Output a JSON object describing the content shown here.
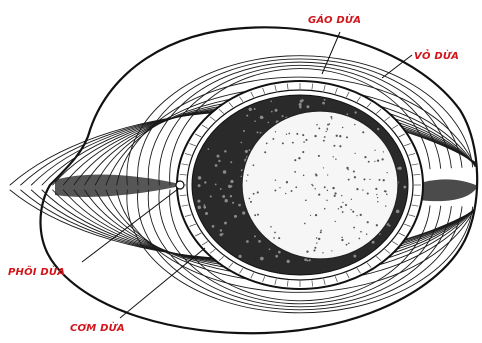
{
  "labels": {
    "gao_dua": "GÁO DỪA",
    "vo_dua": "VỎ DỪA",
    "phoi_dua": "PHÔI DỪA",
    "com_dua": "CƠM DỪA"
  },
  "colors": {
    "label_red": "#d0161b",
    "ink": "#1a1a1a",
    "background": "#ffffff"
  }
}
